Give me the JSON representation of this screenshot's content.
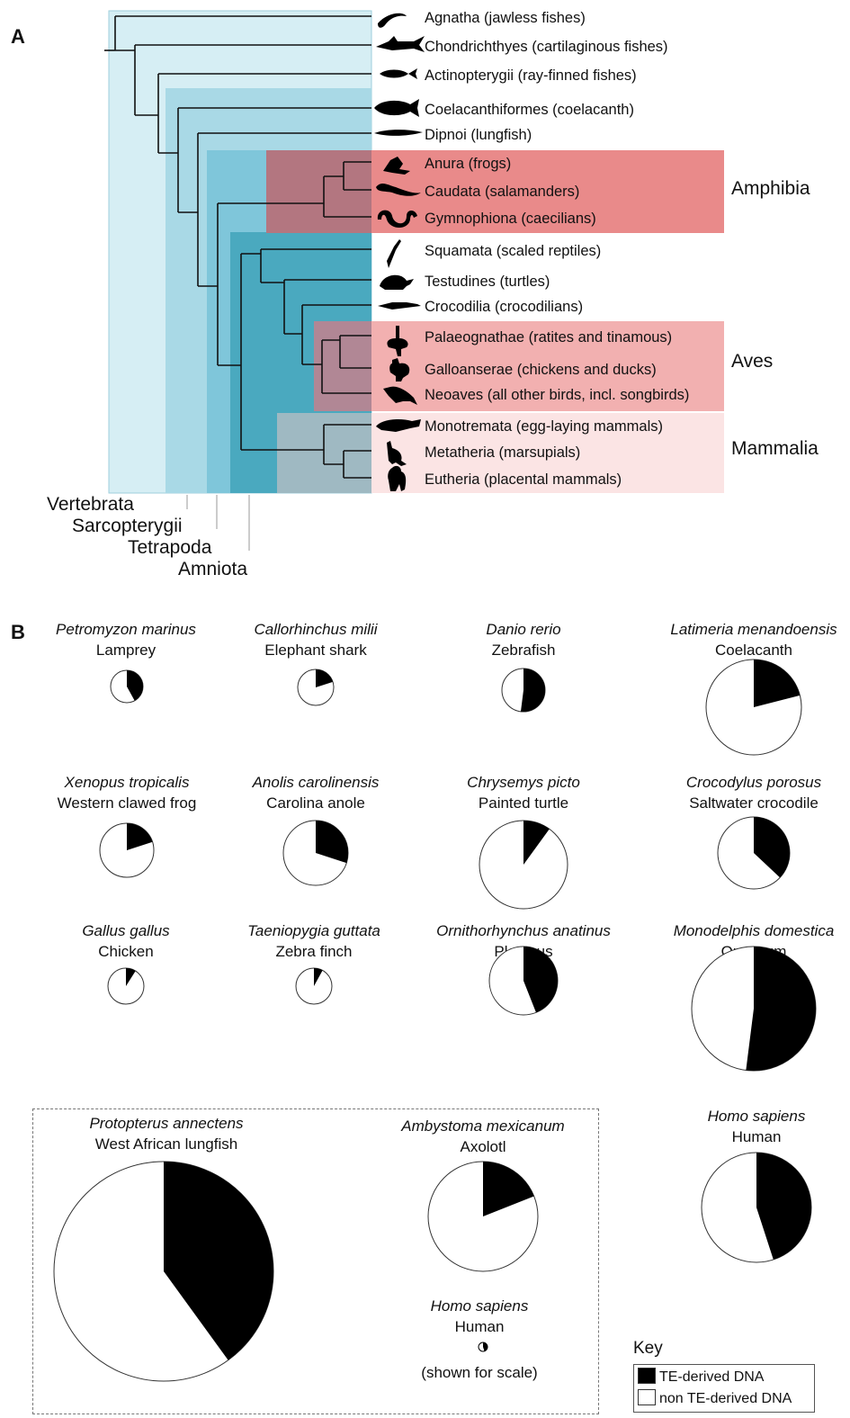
{
  "panel_a": {
    "label": "A",
    "taxa": [
      {
        "name": "Agnatha (jawless fishes)",
        "icon": "lamprey-icon"
      },
      {
        "name": "Chondrichthyes (cartilaginous fishes)",
        "icon": "shark-icon"
      },
      {
        "name": "Actinopterygii (ray-finned fishes)",
        "icon": "fish-icon"
      },
      {
        "name": "Coelacanthiformes (coelacanth)",
        "icon": "coelacanth-icon"
      },
      {
        "name": "Dipnoi (lungfish)",
        "icon": "lungfish-icon"
      },
      {
        "name": "Anura (frogs)",
        "icon": "frog-icon"
      },
      {
        "name": "Caudata (salamanders)",
        "icon": "salamander-icon"
      },
      {
        "name": "Gymnophiona (caecilians)",
        "icon": "caecilian-icon"
      },
      {
        "name": "Squamata (scaled reptiles)",
        "icon": "lizard-icon"
      },
      {
        "name": "Testudines (turtles)",
        "icon": "turtle-icon"
      },
      {
        "name": "Crocodilia (crocodilians)",
        "icon": "crocodile-icon"
      },
      {
        "name": "Palaeognathae (ratites and tinamous)",
        "icon": "ostrich-icon"
      },
      {
        "name": "Galloanserae (chickens and ducks)",
        "icon": "chicken-icon"
      },
      {
        "name": "Neoaves (all other birds, incl. songbirds)",
        "icon": "songbird-icon"
      },
      {
        "name": "Monotremata (egg-laying mammals)",
        "icon": "platypus-icon"
      },
      {
        "name": "Metatheria (marsupials)",
        "icon": "kangaroo-icon"
      },
      {
        "name": "Eutheria (placental mammals)",
        "icon": "primate-icon"
      }
    ],
    "groups": {
      "amphibia": "Amphibia",
      "aves": "Aves",
      "mammalia": "Mammalia"
    },
    "clades": {
      "vertebrata": "Vertebrata",
      "sarcopterygii": "Sarcopterygii",
      "tetrapoda": "Tetrapoda",
      "amniota": "Amniota"
    },
    "colors": {
      "vertebrata": "#d6eef4",
      "sarcopterygii": "#a9d9e6",
      "tetrapoda": "#7fc6da",
      "amniota": "#4aa9bf",
      "amphibia": "#e98a8a",
      "aves": "#f2b0b0",
      "mammalia": "#fbe4e4"
    }
  },
  "panel_b": {
    "label": "B",
    "te_color": "#000000",
    "non_te_color": "#ffffff",
    "species": [
      {
        "sci": "Petromyzon marinus",
        "common": "Lamprey",
        "te_fraction": 0.42
      },
      {
        "sci": "Callorhinchus milii",
        "common": "Elephant shark",
        "te_fraction": 0.2
      },
      {
        "sci": "Danio rerio",
        "common": "Zebrafish",
        "te_fraction": 0.52
      },
      {
        "sci": "Latimeria menandoensis",
        "common": "Coelacanth",
        "te_fraction": 0.21
      },
      {
        "sci": "Xenopus tropicalis",
        "common": "Western clawed frog",
        "te_fraction": 0.2
      },
      {
        "sci": "Anolis carolinensis",
        "common": "Carolina anole",
        "te_fraction": 0.3
      },
      {
        "sci": "Chrysemys picto",
        "common": "Painted turtle",
        "te_fraction": 0.1
      },
      {
        "sci": "Crocodylus porosus",
        "common": "Saltwater crocodile",
        "te_fraction": 0.37
      },
      {
        "sci": "Gallus gallus",
        "common": "Chicken",
        "te_fraction": 0.09
      },
      {
        "sci": "Taeniopygia guttata",
        "common": "Zebra finch",
        "te_fraction": 0.08
      },
      {
        "sci": "Ornithorhynchus anatinus",
        "common": "Platypus",
        "te_fraction": 0.44
      },
      {
        "sci": "Monodelphis domestica",
        "common": "Opossum",
        "te_fraction": 0.52
      },
      {
        "sci": "Homo sapiens",
        "common": "Human",
        "te_fraction": 0.45
      },
      {
        "sci": "Protopterus annectens",
        "common": "West African lungfish",
        "te_fraction": 0.4
      },
      {
        "sci": "Ambystoma mexicanum",
        "common": "Axolotl",
        "te_fraction": 0.19
      }
    ],
    "scale_note": {
      "sci": "Homo sapiens",
      "common": "Human",
      "note": "(shown for scale)"
    },
    "key": {
      "title": "Key",
      "te": "TE-derived DNA",
      "non_te": "non TE-derived DNA"
    }
  }
}
